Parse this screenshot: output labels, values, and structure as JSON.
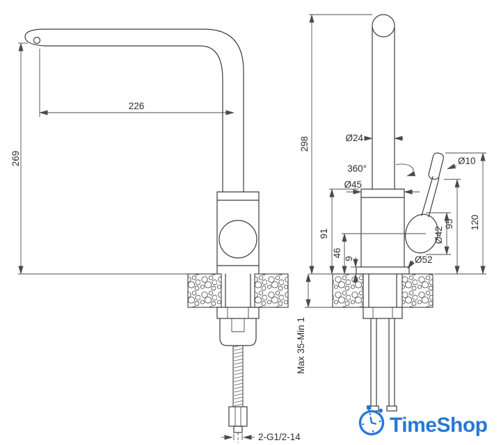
{
  "side_view": {
    "spout_reach": "226",
    "spout_height": "269",
    "thread": "2-G1/2-14"
  },
  "front_view": {
    "total_height": "298",
    "pipe_diameter": "Ø24",
    "rotation": "360°",
    "body_diameter": "Ø45",
    "knob_diameter": "Ø10",
    "handle_upper": "95",
    "handle_total": "120",
    "joint_diameter": "Ø42",
    "flange_diameter": "Ø52",
    "body_height": "91",
    "joint_height": "46",
    "flange_height": "9",
    "mount_range": "Max 35-Min 1"
  },
  "logo": {
    "text": "TimeShop",
    "color": "#2578d8"
  },
  "colors": {
    "line": "#3b3b3b",
    "background": "#ffffff"
  }
}
